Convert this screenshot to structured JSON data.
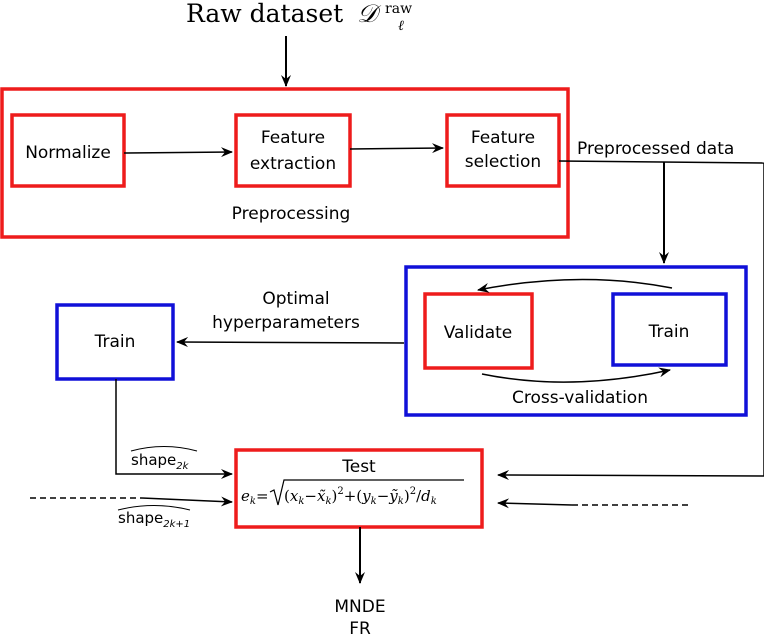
{
  "colors": {
    "red": "#ee1c1c",
    "blue": "#1010d8",
    "line": "#000000"
  },
  "raw_dataset": {
    "text": "Raw dataset",
    "symbol": "𝒟",
    "sup": "raw",
    "sub": "ℓ"
  },
  "preprocessing": {
    "label": "Preprocessing",
    "normalize": "Normalize",
    "feature_extraction": [
      "Feature",
      "extraction"
    ],
    "feature_selection": [
      "Feature",
      "selection"
    ]
  },
  "preprocessed_data": "Preprocessed data",
  "cross_validation": {
    "label": "Cross-validation",
    "validate": "Validate",
    "train": "Train"
  },
  "optimal_hyperparameters": [
    "Optimal",
    "hyperparameters"
  ],
  "train": "Train",
  "test": {
    "title": "Test",
    "formula": "e_k = sqrt((x_k - x̃_k)^2 + (y_k - ỹ_k)^2) / d_k"
  },
  "shape_2k": {
    "base": "shape",
    "sub": "2k"
  },
  "shape_2k1": {
    "base": "shape",
    "sub": "2k+1"
  },
  "outputs": [
    "MNDE",
    "FR"
  ]
}
